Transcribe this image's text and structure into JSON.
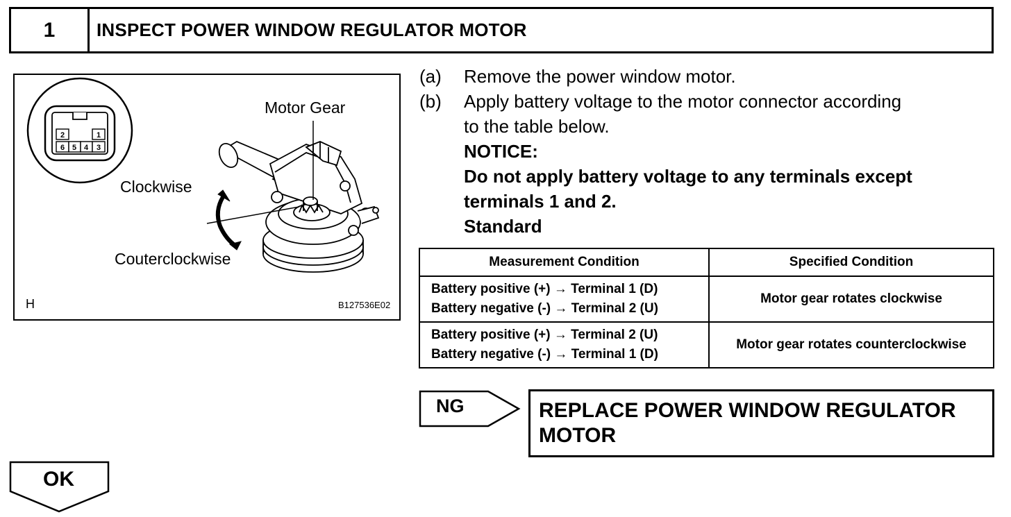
{
  "header": {
    "step_number": "1",
    "title": "INSPECT POWER WINDOW REGULATOR MOTOR"
  },
  "figure": {
    "connector_pins_top": [
      "2",
      "1"
    ],
    "connector_pins_bottom": [
      "6",
      "5",
      "4",
      "3"
    ],
    "label_motor_gear": "Motor Gear",
    "label_clockwise": "Clockwise",
    "label_counterclockwise": "Couterclockwise",
    "corner_mark": "H",
    "figure_id": "B127536E02"
  },
  "instructions": {
    "a_letter": "(a)",
    "a_text": "Remove the power window motor.",
    "b_letter": "(b)",
    "b_text_1": "Apply battery voltage to the motor connector according",
    "b_text_2": "to the table below.",
    "notice_heading": "NOTICE:",
    "notice_text_1": "Do not apply battery voltage to any terminals except",
    "notice_text_2": "terminals 1 and 2.",
    "standard": "Standard"
  },
  "table": {
    "headers": [
      "Measurement Condition",
      "Specified Condition"
    ],
    "rows": [
      {
        "line1": "Battery positive (+) → Terminal 1 (D)",
        "line2": "Battery negative (-) → Terminal 2 (U)",
        "result": "Motor gear rotates clockwise"
      },
      {
        "line1": "Battery positive (+) → Terminal 2 (U)",
        "line2": "Battery negative (-) → Terminal 1 (D)",
        "result": "Motor gear rotates counterclockwise"
      }
    ]
  },
  "ng": {
    "label": "NG",
    "action_line1": "REPLACE POWER WINDOW REGULATOR",
    "action_line2": "MOTOR"
  },
  "ok": {
    "label": "OK"
  }
}
